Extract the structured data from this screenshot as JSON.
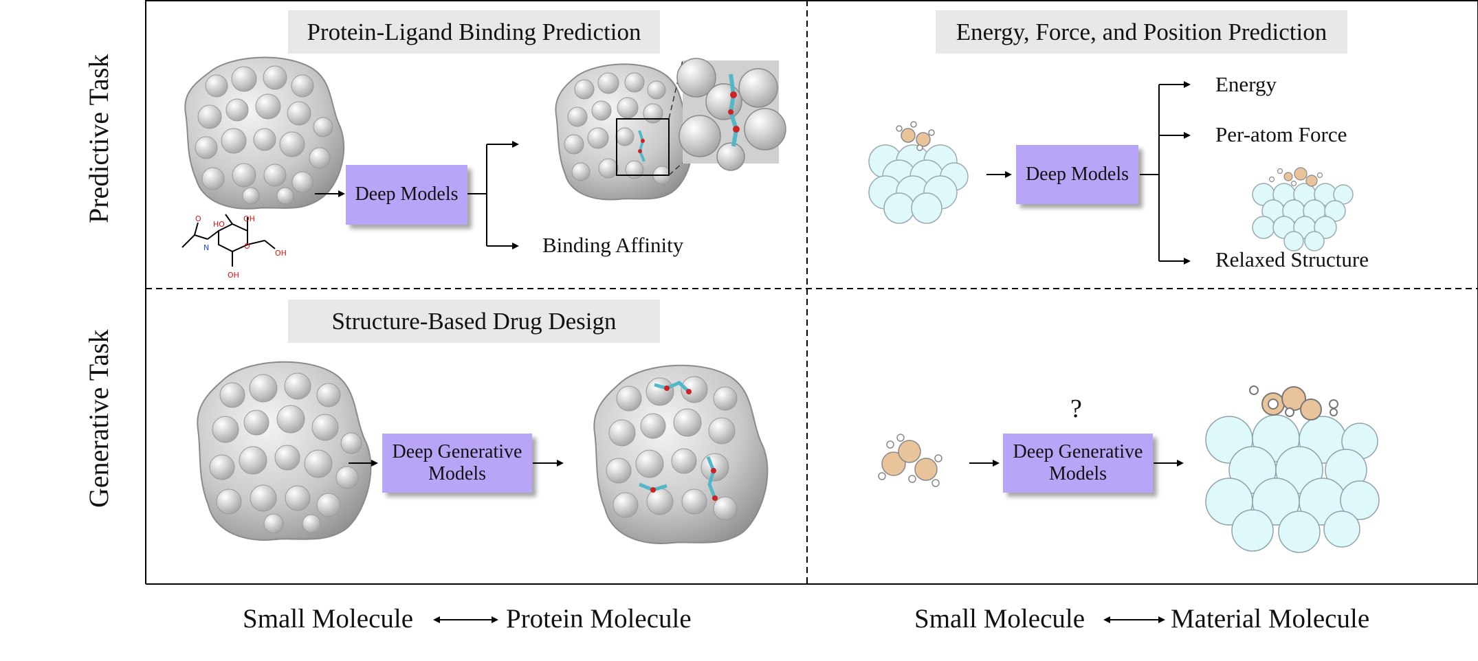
{
  "rows": {
    "predictive": "Predictive Task",
    "generative": "Generative Task"
  },
  "panels": {
    "pl_binding": {
      "title": "Protein-Ligand Binding Prediction",
      "model": "Deep Models",
      "output_affinity": "Binding Affinity"
    },
    "efp": {
      "title": "Energy, Force, and Position Prediction",
      "model": "Deep Models",
      "outputs": [
        "Energy",
        "Per-atom Force",
        "Relaxed Structure"
      ]
    },
    "sbdd": {
      "title": "Structure-Based Drug Design",
      "model": "Deep Generative Models"
    },
    "material_gen": {
      "question": "?",
      "model": "Deep Generative Models"
    }
  },
  "ligand_atoms": {
    "o1": "O",
    "n": "N",
    "ho1": "HO",
    "oh1": "OH",
    "o_ring": "O",
    "oh2": "OH",
    "oh3": "OH"
  },
  "axes": {
    "left": {
      "a": "Small Molecule",
      "b": "Protein Molecule"
    },
    "right": {
      "a": "Small Molecule",
      "b": "Material Molecule"
    }
  },
  "colors": {
    "model_box": "#b9a5f7",
    "title_box": "#e8e8e8",
    "atom_cyan": "#dff8fa",
    "atom_tan": "#e9c39a",
    "protein": "#bdbdbd"
  },
  "icons": [
    "protein-surface",
    "ligand-structure",
    "crystal-slab",
    "adsorbate-molecule"
  ]
}
